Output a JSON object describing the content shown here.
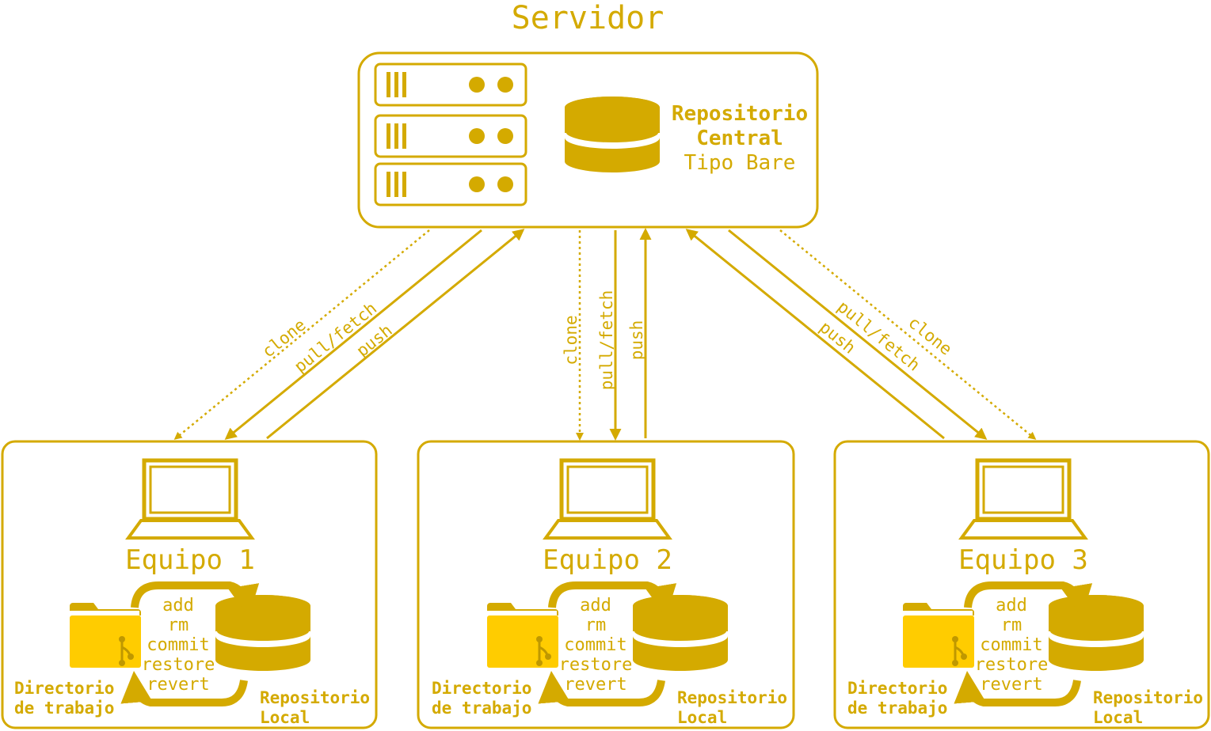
{
  "colors": {
    "accent": "#D4AA00",
    "folder": "#FFCC00",
    "background": "#FFFFFF"
  },
  "server": {
    "title": "Servidor",
    "repo_line1": "Repositorio",
    "repo_line2": "Central",
    "repo_line3": "Tipo Bare",
    "icons": [
      "server-rack-icon",
      "database-icon"
    ]
  },
  "arrows": {
    "clone": "clone",
    "pull_fetch": "pull/fetch",
    "push": "push"
  },
  "machines": [
    {
      "name": "Equipo 1",
      "commands": [
        "add",
        "rm",
        "commit",
        "restore",
        "revert"
      ],
      "workdir_line1": "Directorio",
      "workdir_line2": "de trabajo",
      "repo_line1": "Repositorio",
      "repo_line2": "Local"
    },
    {
      "name": "Equipo 2",
      "commands": [
        "add",
        "rm",
        "commit",
        "restore",
        "revert"
      ],
      "workdir_line1": "Directorio",
      "workdir_line2": "de trabajo",
      "repo_line1": "Repositorio",
      "repo_line2": "Local"
    },
    {
      "name": "Equipo 3",
      "commands": [
        "add",
        "rm",
        "commit",
        "restore",
        "revert"
      ],
      "workdir_line1": "Directorio",
      "workdir_line2": "de trabajo",
      "repo_line1": "Repositorio",
      "repo_line2": "Local"
    }
  ]
}
